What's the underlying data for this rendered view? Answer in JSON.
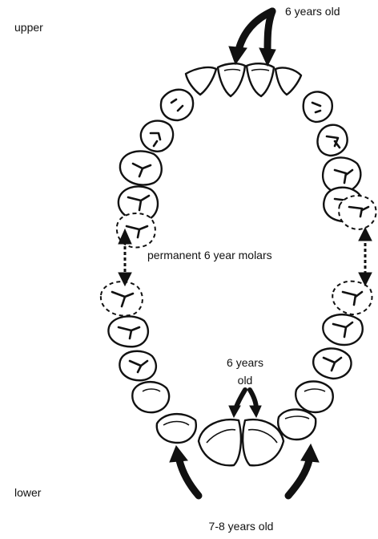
{
  "labels": {
    "upper": "upper",
    "lower": "lower",
    "upper_age": "6 years old",
    "molars": "permanent 6 year molars",
    "lower_age_line1": "6 years",
    "lower_age_line2": "old",
    "bottom_age": "7-8 years old"
  }
}
